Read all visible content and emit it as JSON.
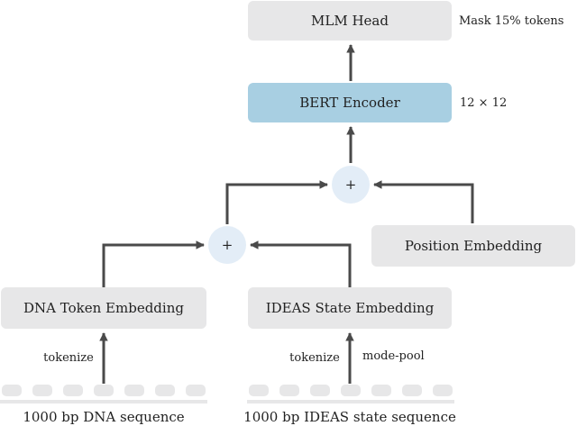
{
  "boxes": {
    "mlm_head": "MLM Head",
    "bert_encoder": "BERT Encoder",
    "position_embedding": "Position Embedding",
    "dna_token_embedding": "DNA Token Embedding",
    "ideas_state_embedding": "IDEAS State Embedding"
  },
  "annotations": {
    "mask": "Mask 15% tokens",
    "layers": "12 × 12"
  },
  "operators": {
    "add_top": "+",
    "add_bottom": "+"
  },
  "edge_labels": {
    "dna_tokenize": "tokenize",
    "ideas_tokenize": "tokenize",
    "mode_pool": "mode-pool"
  },
  "inputs": {
    "dna_sequence": "1000 bp DNA sequence",
    "ideas_sequence": "1000 bp IDEAS state sequence"
  },
  "colors": {
    "box_fill": "#e7e7e8",
    "encoder_fill": "#a8cfe2",
    "operator_fill": "#e3edf7",
    "token_fill": "#e7e7e8",
    "arrow": "#4a4a4a"
  }
}
